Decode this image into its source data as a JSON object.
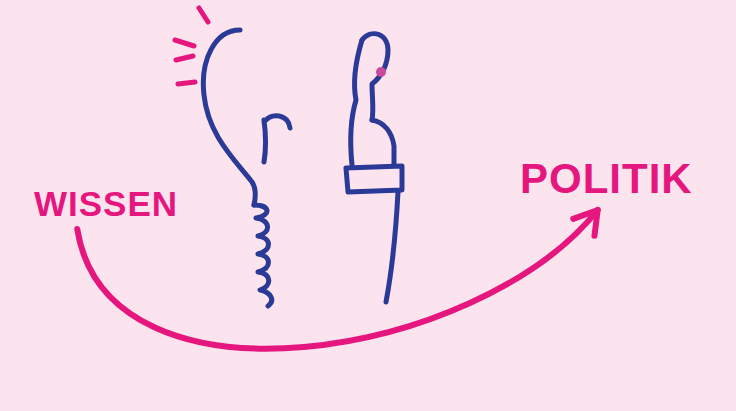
{
  "diagram": {
    "nodes": [
      {
        "text": [
          "WISSEN"
        ]
      },
      {
        "text": [
          "POLITIK"
        ]
      }
    ],
    "edges": [
      {
        "from": 0,
        "to": 1,
        "arrow": "to"
      }
    ]
  }
}
